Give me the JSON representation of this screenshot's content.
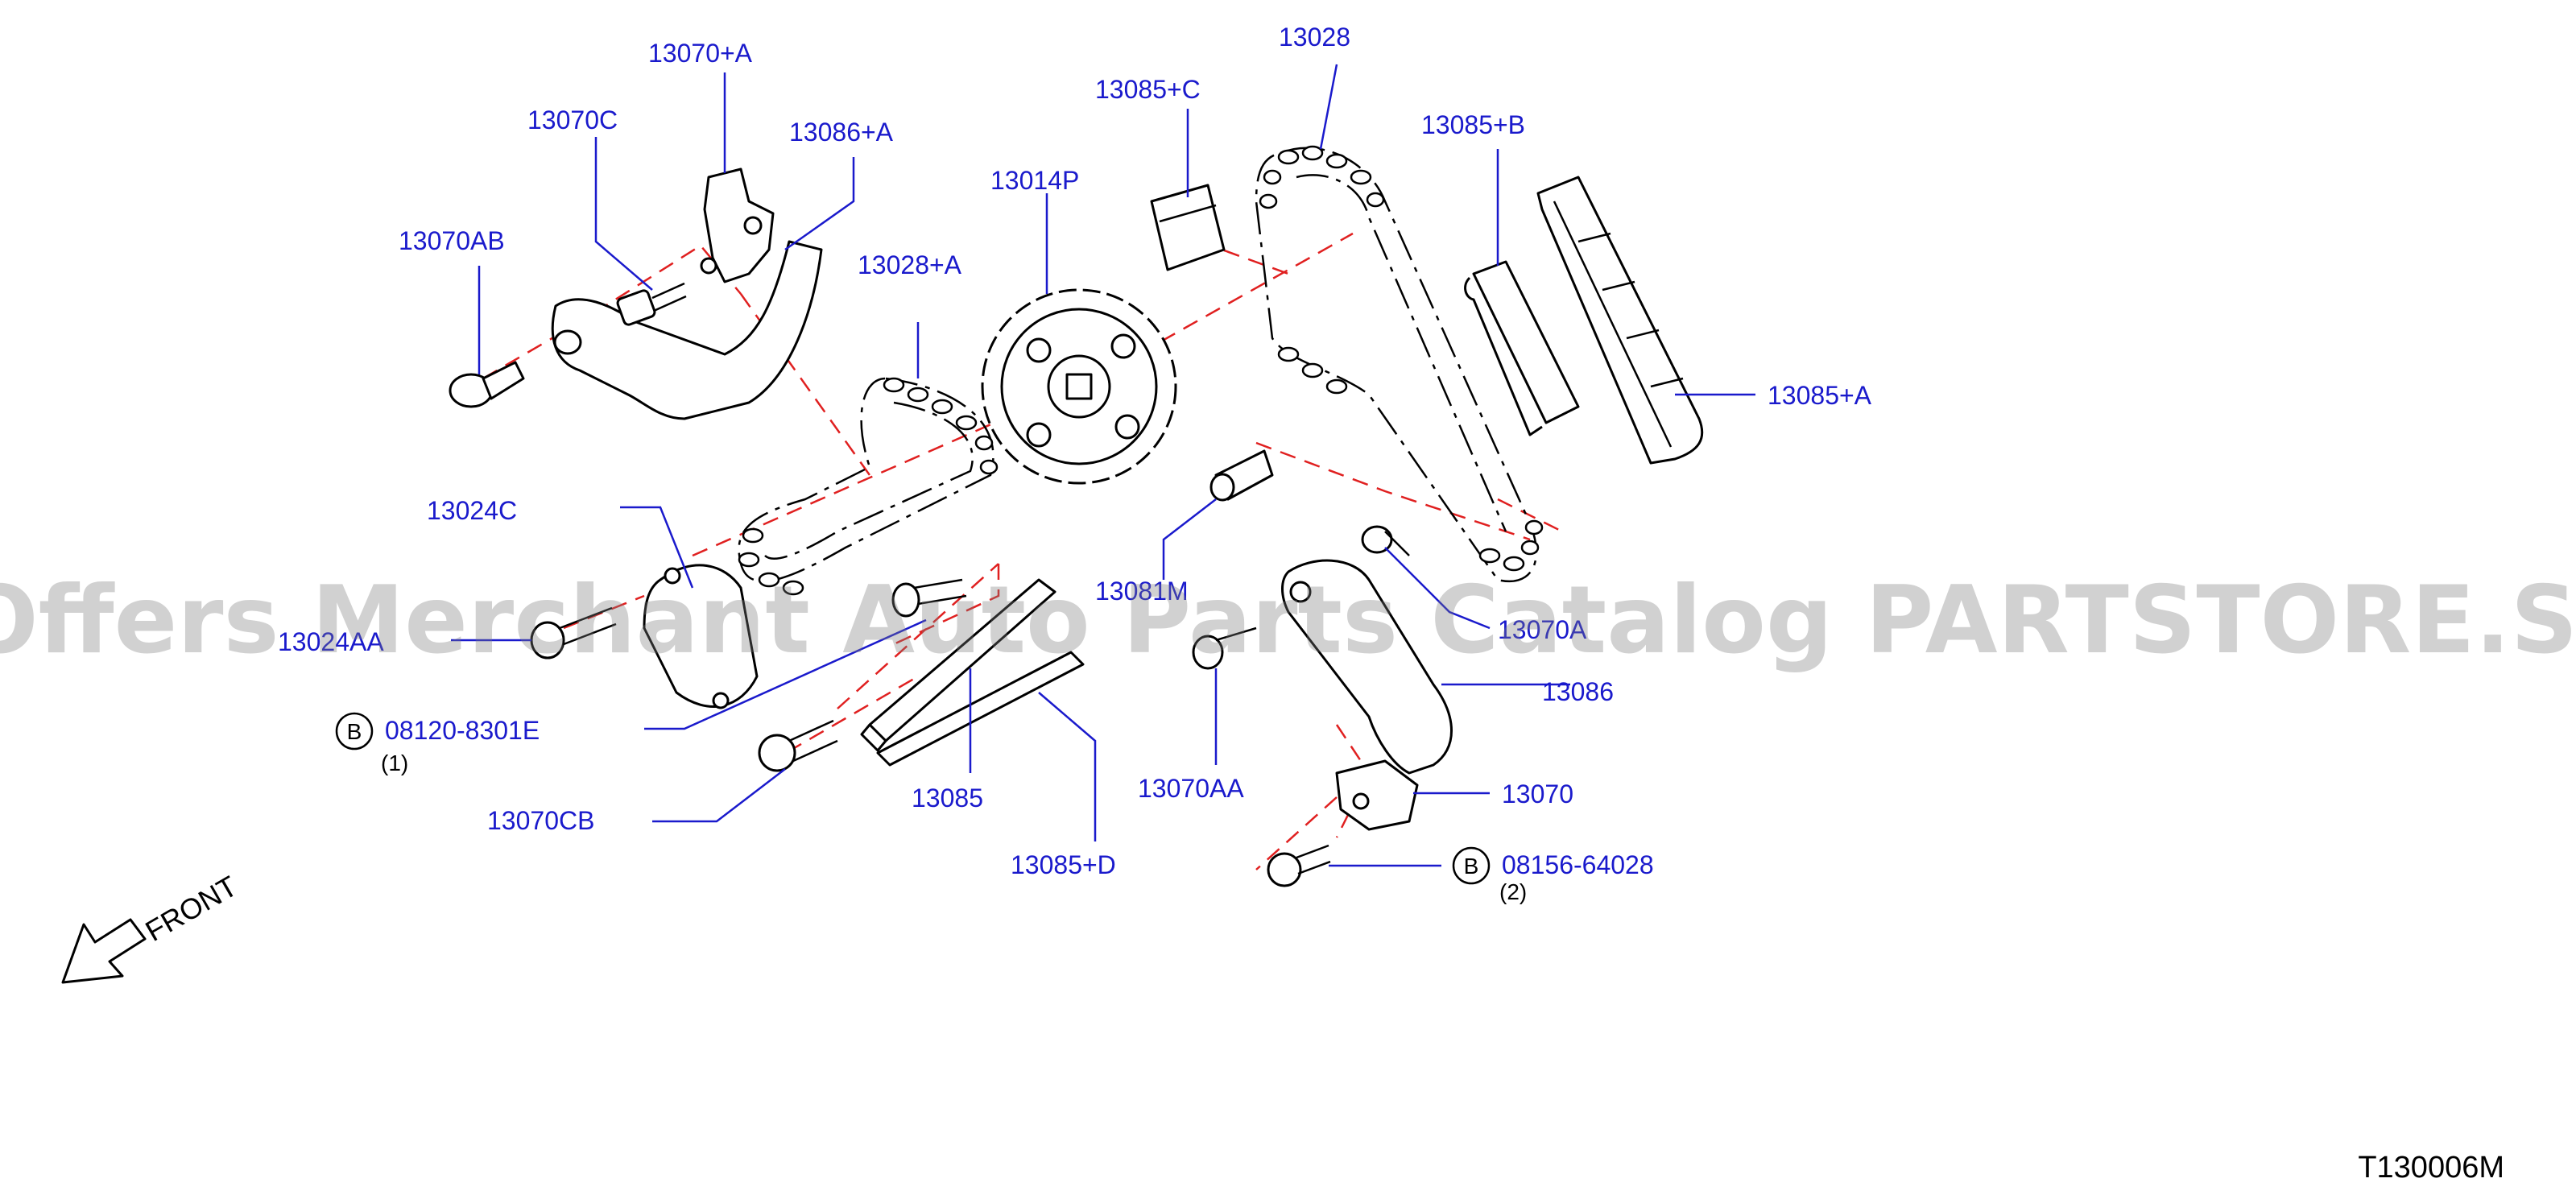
{
  "labels": {
    "p13070_A": "13070+A",
    "p13070C": "13070C",
    "p13086_A": "13086+A",
    "p13070AB": "13070AB",
    "p13028_A": "13028+A",
    "p13014P": "13014P",
    "p13085_C": "13085+C",
    "p13028": "13028",
    "p13085_B": "13085+B",
    "p13085_A": "13085+A",
    "p13024C": "13024C",
    "p13024AA": "13024AA",
    "p13081M": "13081M",
    "p13070A": "13070A",
    "p13086": "13086",
    "p08120": "08120-8301E",
    "p08120_qty": "(1)",
    "p13070CB": "13070CB",
    "p13085": "13085",
    "p13085_D": "13085+D",
    "p13070AA": "13070AA",
    "p13070": "13070",
    "p08156": "08156-64028",
    "p08156_qty": "(2)"
  },
  "bolt_badge_letter": "B",
  "front_label": "FRONT",
  "diagram_code": "T130006M",
  "watermark": "Offers Merchant Auto Parts Catalog PARTSTORE.SA",
  "colors": {
    "label": "#1a1acc",
    "centerline": "#e02020",
    "line": "#000000",
    "watermark": "#7a7a7a"
  }
}
